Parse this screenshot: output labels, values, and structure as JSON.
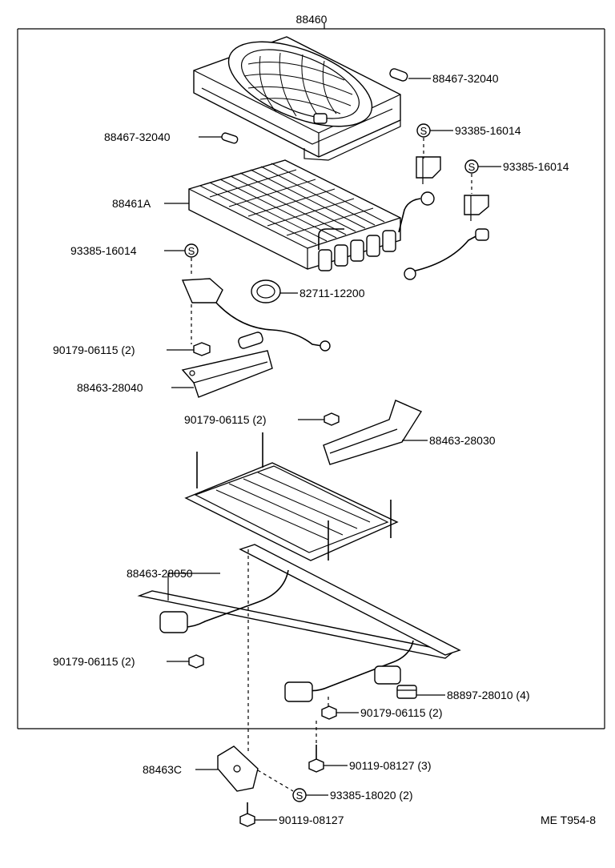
{
  "labels": {
    "top": "88460",
    "l1": "88467-32040",
    "l2": "88467-32040",
    "l3": "93385-16014",
    "l4": "93385-16014",
    "l5": "88461A",
    "l6": "93385-16014",
    "l7": "82711-12200",
    "l8": "90179-06115 (2)",
    "l9": "88463-28040",
    "l10": "90179-06115 (2)",
    "l11": "88463-28030",
    "l12": "88463-28050",
    "l13": "90179-06115 (2)",
    "l14": "88897-28010 (4)",
    "l15": "90179-06115 (2)",
    "l16": "90119-08127 (3)",
    "l17": "88463C",
    "l18": "93385-18020 (2)",
    "l19": "90119-08127",
    "code": "ME T954-8"
  },
  "symbols": {
    "s_marker": "S"
  }
}
